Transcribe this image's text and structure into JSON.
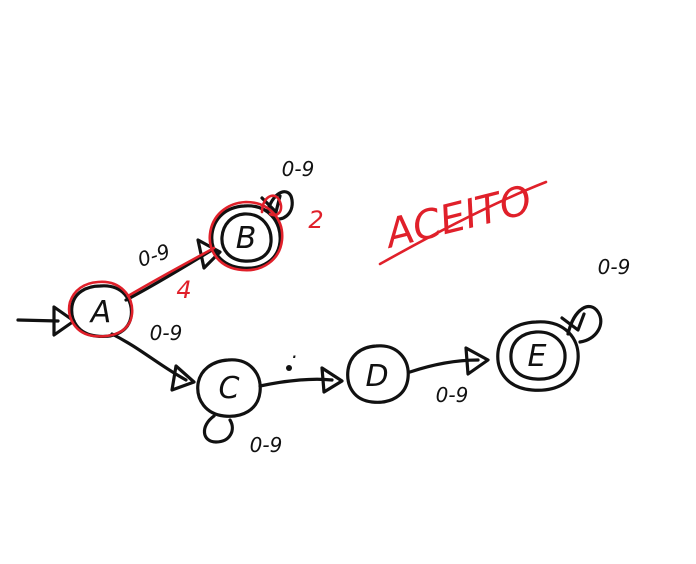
{
  "colors": {
    "ink": "#111111",
    "correction": "#e0202a"
  },
  "states": {
    "a": "A",
    "b": "B",
    "c": "C",
    "d": "D",
    "e": "E"
  },
  "edges": {
    "a_to_b": "0-9",
    "b_self": "0-9",
    "a_to_c": "0-9",
    "c_self": "0-9",
    "c_to_d": ".",
    "d_to_e": "0-9",
    "e_self": "0-9"
  },
  "annotations": {
    "red_a_to_b": "4",
    "red_b_self": "2",
    "result": "ACEITO"
  }
}
